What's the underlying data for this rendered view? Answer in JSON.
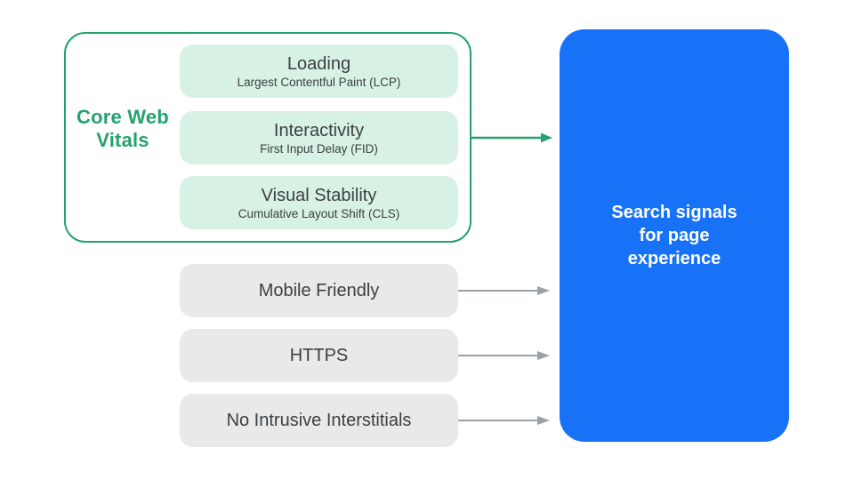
{
  "colors": {
    "green": "#23A26D",
    "green_light": "#D7F2E4",
    "gray_box": "#E9E9E9",
    "gray_arrow": "#9AA0A6",
    "blue": "#1772F8",
    "text_dark": "#3C4043",
    "text_white": "#FFFFFF"
  },
  "core_web_vitals": {
    "label": "Core Web Vitals",
    "items": [
      {
        "title": "Loading",
        "subtitle": "Largest Contentful Paint (LCP)"
      },
      {
        "title": "Interactivity",
        "subtitle": "First Input Delay (FID)"
      },
      {
        "title": "Visual Stability",
        "subtitle": "Cumulative Layout Shift (CLS)"
      }
    ]
  },
  "other_signals": [
    {
      "label": "Mobile Friendly"
    },
    {
      "label": "HTTPS"
    },
    {
      "label": "No Intrusive Interstitials"
    }
  ],
  "result_box": {
    "label": "Search signals for page experience"
  }
}
